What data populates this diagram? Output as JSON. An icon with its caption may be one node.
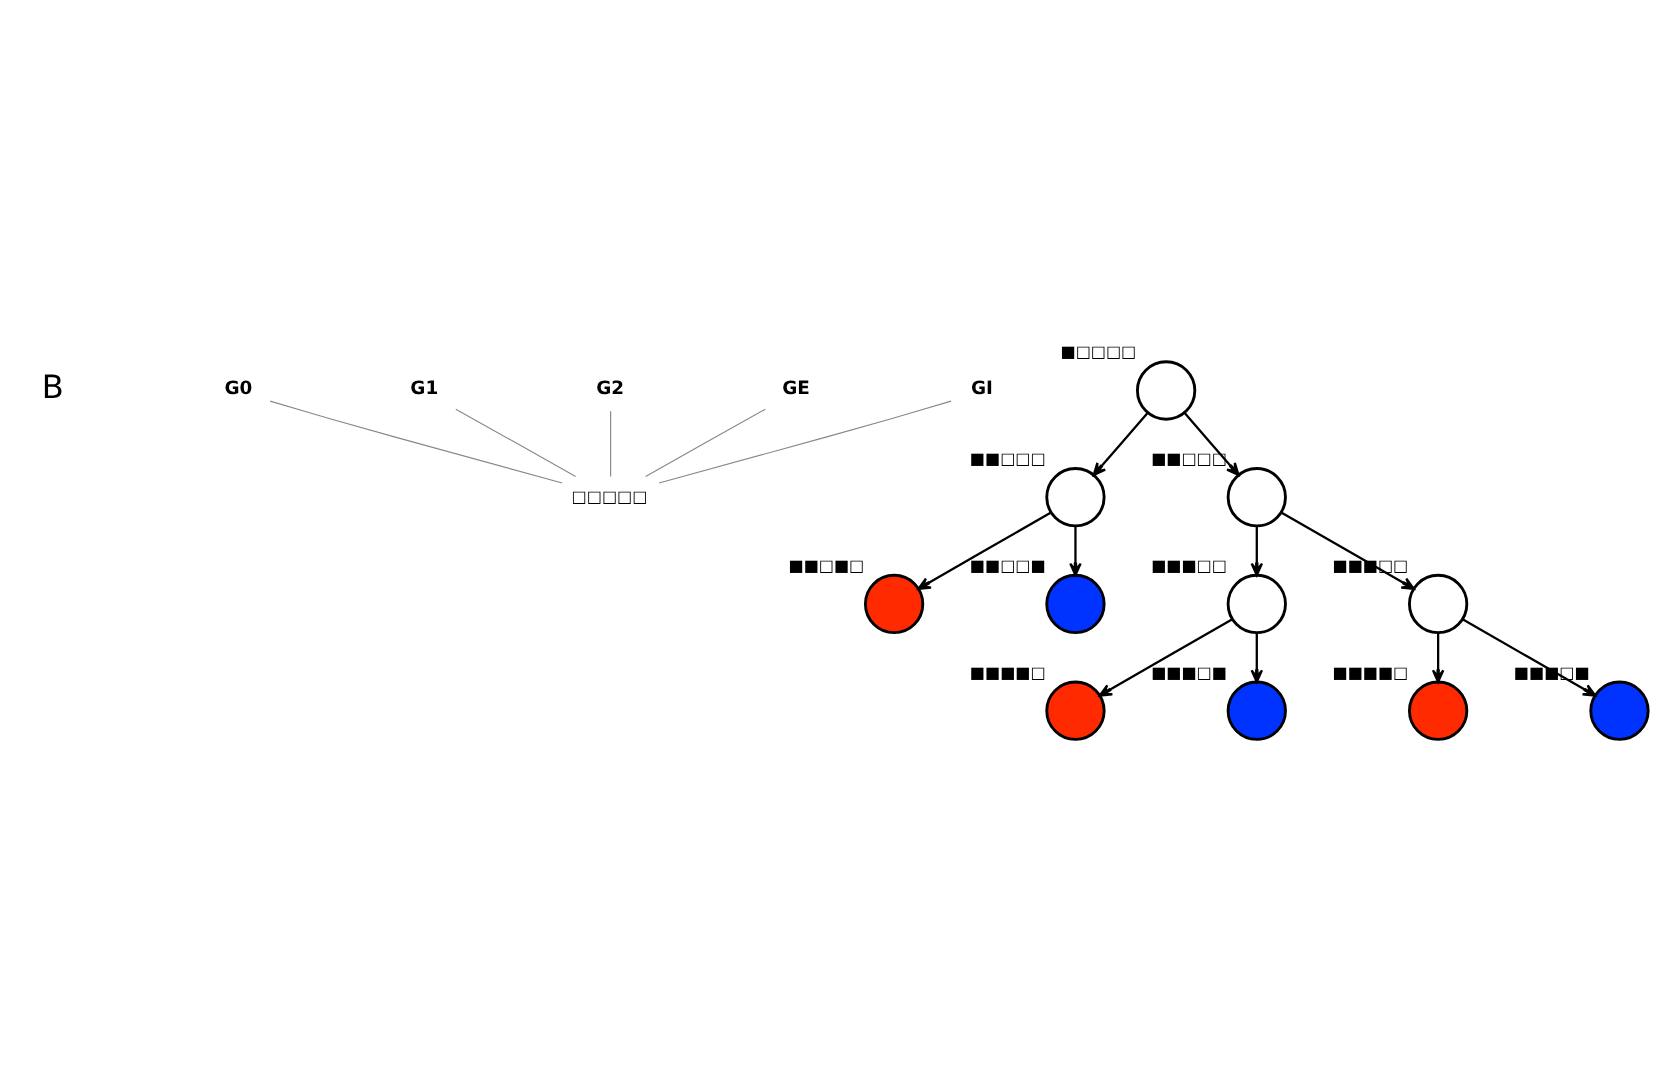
{
  "diagram": {
    "nodes": [
      {
        "text": [
          "G0"
        ]
      },
      {
        "text": [
          "G1"
        ]
      },
      {
        "text": [
          "G2"
        ]
      },
      {
        "text": [
          "GE"
        ]
      },
      {
        "text": [
          "GI"
        ]
      },
      {
        "text": [
          "□□□□□"
        ]
      },
      {
        "text": [],
        "shape": "circle",
        "beside": [
          "■□□□□"
        ]
      },
      {
        "text": [],
        "shape": "circle",
        "beside": [
          "■■□□□"
        ]
      },
      {
        "text": [],
        "shape": "circle",
        "beside": [
          "■■□□□"
        ]
      },
      {
        "text": [],
        "shape": "circle",
        "beside": [
          "■■□■□"
        ]
      },
      {
        "text": [],
        "shape": "circle",
        "beside": [
          "■■□□■"
        ]
      },
      {
        "text": [],
        "shape": "circle",
        "beside": [
          "■■■□□"
        ]
      },
      {
        "text": [],
        "shape": "circle",
        "beside": [
          "■■■□□"
        ]
      },
      {
        "text": [],
        "shape": "circle",
        "beside": [
          "■■■■□"
        ]
      },
      {
        "text": [],
        "shape": "circle",
        "beside": [
          "■■■□■"
        ]
      },
      {
        "text": [],
        "shape": "circle",
        "beside": [
          "■■■■□"
        ]
      },
      {
        "text": [],
        "shape": "circle",
        "beside": [
          "■■■□■"
        ]
      }
    ],
    "edges": [
      {
        "from": 0,
        "to": 5,
        "arrow": "none",
        "color": "#888888"
      },
      {
        "from": 1,
        "to": 5,
        "arrow": "none",
        "color": "#888888"
      },
      {
        "from": 2,
        "to": 5,
        "arrow": "none",
        "color": "#888888"
      },
      {
        "from": 3,
        "to": 5,
        "arrow": "none",
        "color": "#888888"
      },
      {
        "from": 4,
        "to": 5,
        "arrow": "none",
        "color": "#888888"
      },
      {
        "from": 6,
        "to": 7,
        "arrow": "to"
      },
      {
        "from": 6,
        "to": 8,
        "arrow": "to"
      },
      {
        "from": 7,
        "to": 9,
        "arrow": "to"
      },
      {
        "from": 7,
        "to": 10,
        "arrow": "to"
      },
      {
        "from": 8,
        "to": 11,
        "arrow": "to"
      },
      {
        "from": 8,
        "to": 12,
        "arrow": "to"
      },
      {
        "from": 11,
        "to": 13,
        "arrow": "to"
      },
      {
        "from": 11,
        "to": 14,
        "arrow": "to"
      },
      {
        "from": 12,
        "to": 15,
        "arrow": "to"
      },
      {
        "from": 12,
        "to": 16,
        "arrow": "to"
      }
    ],
    "labels": [
      "B"
    ]
  }
}
